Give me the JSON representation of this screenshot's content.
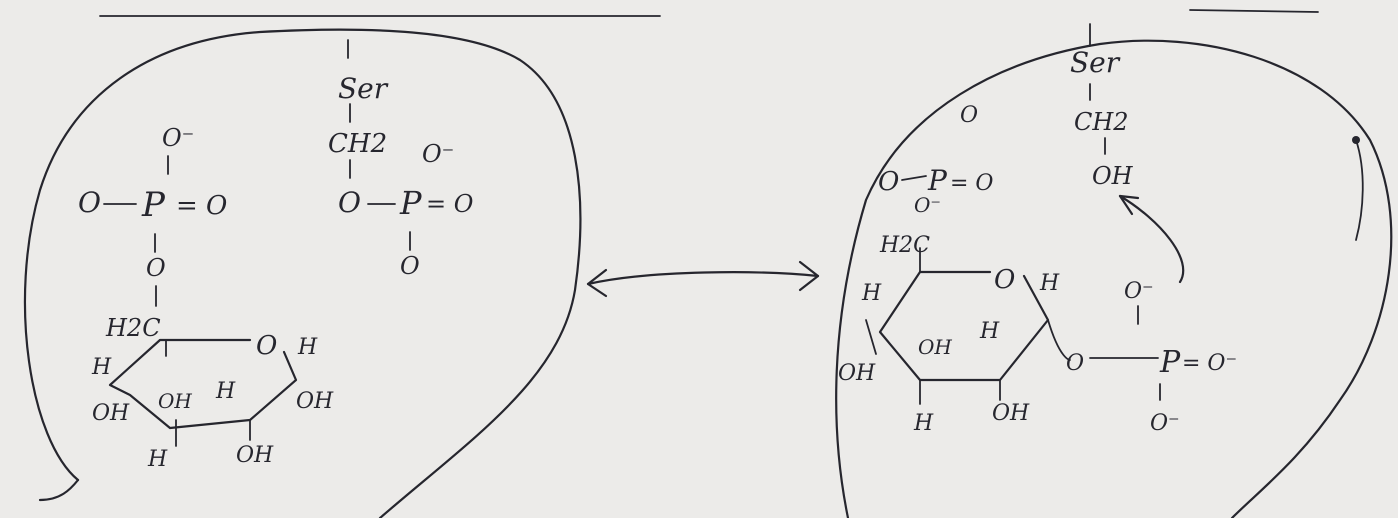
{
  "left": {
    "ser": "Ser",
    "ch2": "CH2",
    "o_minus": "O⁻",
    "o": "O",
    "p": "P",
    "eq_o": "= O",
    "h2c": "H2C",
    "h": "H",
    "oh": "OH"
  },
  "right": {
    "ser": "Ser",
    "ch2": "CH2",
    "oh": "OH",
    "o": "O",
    "o_minus": "O⁻",
    "p": "P",
    "eq_o": "= O",
    "eq_o_minus": "= O⁻",
    "h2c": "H2C",
    "h": "H"
  },
  "arrow": "double-headed arrow"
}
